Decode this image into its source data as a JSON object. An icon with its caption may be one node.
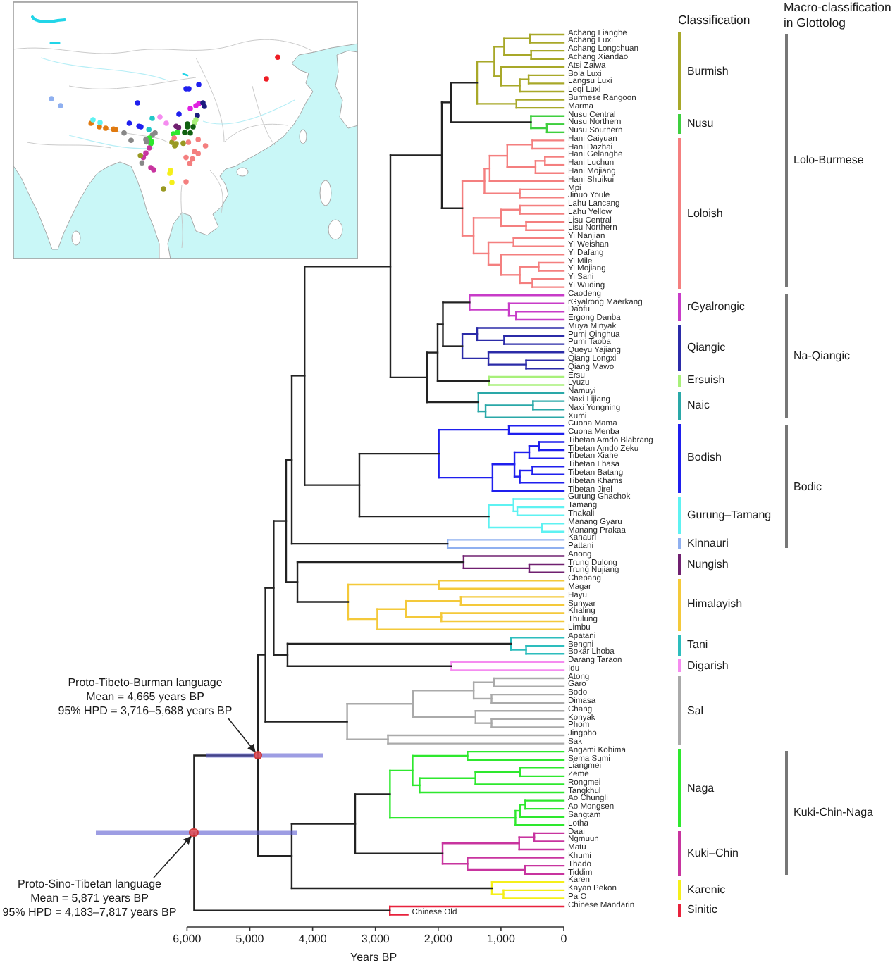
{
  "diagram": {
    "nodes": [
      {
        "text": [
          "Proto-Tibeto-Burman language",
          "Mean = 4,665 years BP",
          "95% HPD = 3,716–5,688 years BP"
        ]
      },
      {
        "text": [],
        "shape": "circle"
      },
      {
        "text": [],
        "shape": "circle"
      },
      {
        "text": [
          "Proto-Sino-Tibetan language",
          "Mean = 5,871 years BP",
          "95% HPD = 4,183–7,817 years BP"
        ]
      }
    ],
    "edges": [
      {
        "from": 0,
        "to": 1,
        "arrow": "to"
      },
      {
        "from": 3,
        "to": 2,
        "arrow": "to"
      },
      {
        "from": 2,
        "to": 1,
        "arrow": "none"
      }
    ],
    "labels": [
      "Classification",
      "Macro-classification in Glottolog",
      "Achang Lianghe",
      "Achang Luxi",
      "Achang Longchuan",
      "Achang Xiandao",
      "Atsi Zaiwa",
      "Bola Luxi",
      "Langsu Luxi",
      "Leqi Luxi",
      "Burmese Rangoon",
      "Marma",
      "Nusu Central",
      "Nusu Northern",
      "Nusu Southern",
      "Hani Caiyuan",
      "Hani Dazhai",
      "Hani Gelanghe",
      "Hani Luchun",
      "Hani Mojiang",
      "Hani Shuikui",
      "Mpi",
      "Jinuo Youle",
      "Lahu Lancang",
      "Lahu Yellow",
      "Lisu Central",
      "Lisu Northern",
      "Yi Nanjian",
      "Yi Weishan",
      "Yi Dafang",
      "Yi Mile",
      "Yi Mojiang",
      "Yi Sani",
      "Yi Wuding",
      "Caodeng",
      "rGyalrong Maerkang",
      "Daofu",
      "Ergong Danba",
      "Muya Minyak",
      "Pumi Qinghua",
      "Pumi Taoba",
      "Queyu Yajiang",
      "Qiang Longxi",
      "Qiang Mawo",
      "Ersu",
      "Lyuzu",
      "Namuyi",
      "Naxi Lijiang",
      "Naxi Yongning",
      "Xumi",
      "Cuona Mama",
      "Cuona Menba",
      "Tibetan Amdo Blabrang",
      "Tibetan Amdo Zeku",
      "Tibetan Xiahe",
      "Tibetan Lhasa",
      "Tibetan Batang",
      "Tibetan Khams",
      "Tibetan Jirel",
      "Gurung Ghachok",
      "Tamang",
      "Thakali",
      "Manang Gyaru",
      "Manang Prakaa",
      "Kanauri",
      "Pattani",
      "Anong",
      "Trung Dulong",
      "Trung Nujiang",
      "Chepang",
      "Magar",
      "Hayu",
      "Sunwar",
      "Khaling",
      "Thulung",
      "Limbu",
      "Apatani",
      "Bengni",
      "Bokar Lhoba",
      "Darang Taraon",
      "Idu",
      "Atong",
      "Garo",
      "Bodo",
      "Dimasa",
      "Chang",
      "Konyak",
      "Phom",
      "Jingpho",
      "Sak",
      "Angami Kohima",
      "Sema Sumi",
      "Liangmei",
      "Zeme",
      "Rongmei",
      "Tangkhul",
      "Ao Chungli",
      "Ao Mongsen",
      "Sangtam",
      "Lotha",
      "Daai",
      "Ngmuun",
      "Matu",
      "Khumi",
      "Thado",
      "Tiddim",
      "Karen",
      "Kayan Pekon",
      "Pa O",
      "Chinese Mandarin",
      "Chinese Old",
      "Burmish",
      "Nusu",
      "Loloish",
      "rGyalrongic",
      "Qiangic",
      "Ersuish",
      "Naic",
      "Bodish",
      "Gurung–Tamang",
      "Kinnauri",
      "Nungish",
      "Himalayish",
      "Tani",
      "Digarish",
      "Sal",
      "Naga",
      "Kuki–Chin",
      "Karenic",
      "Sinitic",
      "Lolo-Burmese",
      "Na-Qiangic",
      "Bodic",
      "Kuki-Chin-Naga",
      "6,000",
      "5,000",
      "4,000",
      "3,000",
      "2,000",
      "1,000",
      "0",
      "Years BP"
    ]
  }
}
